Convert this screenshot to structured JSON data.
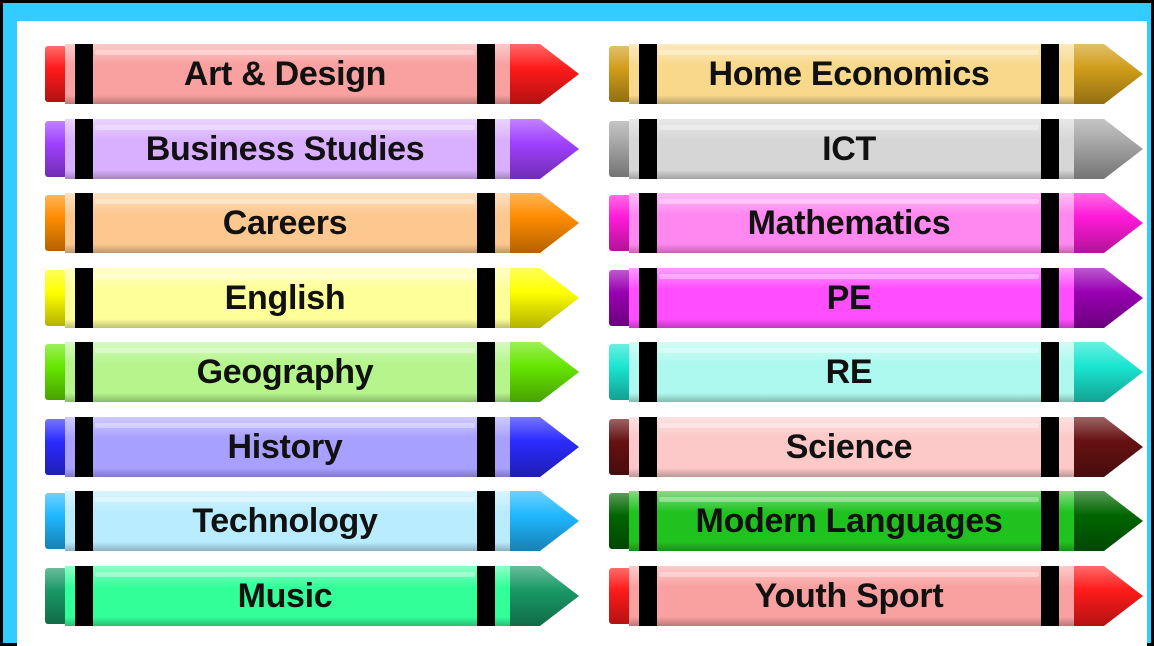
{
  "crayons": [
    {
      "label": "Art & Design",
      "tip_color": "#ff1a1a",
      "body_color": "#f9a0a0"
    },
    {
      "label": "Business Studies",
      "tip_color": "#a040ff",
      "body_color": "#d9b0ff"
    },
    {
      "label": "Careers",
      "tip_color": "#ff8c00",
      "body_color": "#fcc890"
    },
    {
      "label": "English",
      "tip_color": "#ffff00",
      "body_color": "#ffff99"
    },
    {
      "label": "Geography",
      "tip_color": "#66e600",
      "body_color": "#b6f58c"
    },
    {
      "label": "History",
      "tip_color": "#2b2bff",
      "body_color": "#a8a0ff"
    },
    {
      "label": "Technology",
      "tip_color": "#20b8ff",
      "body_color": "#b9ecff"
    },
    {
      "label": "Music",
      "tip_color": "#1a9966",
      "body_color": "#33ff99"
    },
    {
      "label": "Home Economics",
      "tip_color": "#d19e1a",
      "body_color": "#f8d98c"
    },
    {
      "label": "ICT",
      "tip_color": "#a6a6a6",
      "body_color": "#d6d6d6"
    },
    {
      "label": "Mathematics",
      "tip_color": "#ff1ad9",
      "body_color": "#ff88f0"
    },
    {
      "label": "PE",
      "tip_color": "#9900b3",
      "body_color": "#ff4dff"
    },
    {
      "label": "RE",
      "tip_color": "#1ae6d1",
      "body_color": "#aef9ef"
    },
    {
      "label": "Science",
      "tip_color": "#661111",
      "body_color": "#fcc8c8"
    },
    {
      "label": "Modern Languages",
      "tip_color": "#006600",
      "body_color": "#1fc21f"
    },
    {
      "label": "Youth Sport",
      "tip_color": "#ff1a1a",
      "body_color": "#f9a0a0"
    }
  ]
}
